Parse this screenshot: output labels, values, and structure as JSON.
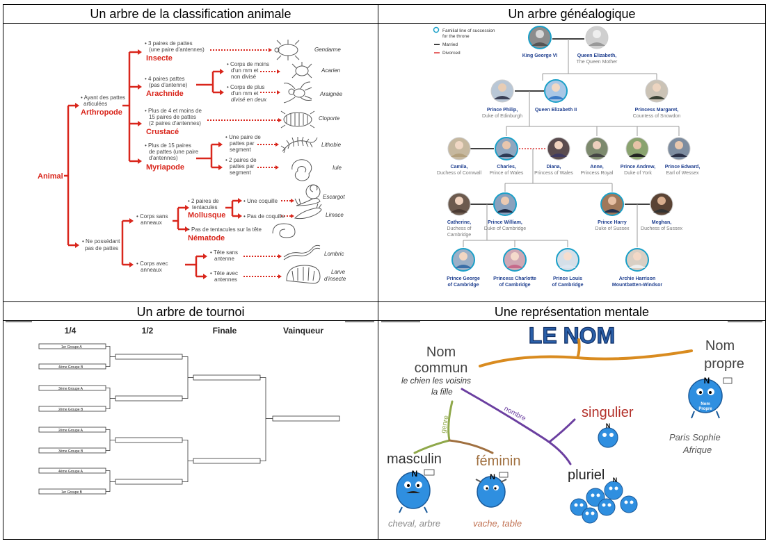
{
  "headers": {
    "classification": "Un arbre de la classification animale",
    "genealogy": "Un arbre généalogique",
    "tournament": "Un arbre de tournoi",
    "mindmap": "Une représentation mentale"
  },
  "classification": {
    "root": "Animal",
    "branch1": {
      "line1": "• Ayant des pattes",
      "line2": "articulées",
      "name": "Arthropode"
    },
    "branch2": {
      "line1": "• Ne possédant",
      "line2": "pas de pattes"
    },
    "insecte": {
      "line1": "• 3 paires de pattes",
      "line2": "(une paire d'antennes)",
      "name": "Insecte",
      "animal": "Gendarme"
    },
    "arachnide": {
      "line1": "• 4 paires pattes",
      "line2": "(pas d'antenne)",
      "name": "Arachnide"
    },
    "acarien": {
      "line1": "• Corps de moins",
      "line2": "d'un mm et",
      "line3": "non divisé",
      "animal": "Acarien"
    },
    "araignee": {
      "line1": "• Corps de plus",
      "line2": "d'un mm et",
      "line3": "divisé en deux",
      "animal": "Araignée"
    },
    "crustace": {
      "line1": "• Plus de 4 et moins de",
      "line2": "15 paires de pattes",
      "line3": "(2 paires d'antennes)",
      "name": "Crustacé",
      "animal": "Cloporte"
    },
    "myriapode": {
      "line1": "• Plus de 15 paires",
      "line2": "de pattes (une paire",
      "line3": "d'antennes)",
      "name": "Myriapode"
    },
    "lithobie": {
      "line1": "• Une paire de",
      "line2": "pattes par",
      "line3": "segment",
      "animal": "Lithobie"
    },
    "iule": {
      "line1": "• 2 paires de",
      "line2": "pattes par",
      "line3": "segment",
      "animal": "Iule"
    },
    "sans_anneaux": {
      "line1": "• Corps sans",
      "line2": "anneaux"
    },
    "mollusque": {
      "line1": "• 2 paires de",
      "line2": "tentacules",
      "name": "Mollusque"
    },
    "escargot": {
      "label": "• Une coquille",
      "animal": "Escargot"
    },
    "limace": {
      "label": "• Pas de coquille",
      "animal": "Limace"
    },
    "nematode": {
      "label": "• Pas de tentacules sur la tête",
      "name": "Nématode"
    },
    "avec_anneaux": {
      "line1": "• Corps avec",
      "line2": "anneaux"
    },
    "lombric": {
      "line1": "• Tête sans",
      "line2": "antenne",
      "animal": "Lombric"
    },
    "larve": {
      "line1": "• Tête avec",
      "line2": "antennes",
      "animal1": "Larve",
      "animal2": "d'insecte"
    }
  },
  "genealogy": {
    "legend": {
      "line1": "Familial line of succession",
      "line2": "for the throne",
      "married": "Married",
      "divorced": "Divorced"
    },
    "people": {
      "george6": {
        "name": "King George VI",
        "title": ""
      },
      "elizabeth_qm": {
        "name": "Queen Elizabeth,",
        "title": "The Queen Mother"
      },
      "philip": {
        "name": "Prince Philip,",
        "title": "Duke of Edinburgh"
      },
      "elizabeth2": {
        "name": "Queen Elizabeth II",
        "title": ""
      },
      "margaret": {
        "name": "Princess Margaret,",
        "title": "Countess of Snowdon"
      },
      "camila": {
        "name": "Camila,",
        "title": "Duchess of Cornwall"
      },
      "charles": {
        "name": "Charles,",
        "title": "Prince of Wales"
      },
      "diana": {
        "name": "Diana,",
        "title": "Princess of Wales"
      },
      "anne": {
        "name": "Anne,",
        "title": "Princess Royal"
      },
      "andrew": {
        "name": "Prince Andrew,",
        "title": "Duke of York"
      },
      "edward": {
        "name": "Prince Edward,",
        "title": "Earl of Wessex"
      },
      "catherine": {
        "name": "Catherine,",
        "title": "Duchess of",
        "title2": "Cambridge"
      },
      "william": {
        "name": "Prince William,",
        "title": "Duke of Cambridge"
      },
      "harry": {
        "name": "Prince Harry",
        "title": "Duke of Sussex"
      },
      "meghan": {
        "name": "Meghan,",
        "title": "Duchess of Sussex"
      },
      "george": {
        "name": "Prince George",
        "name2": "of Cambridge"
      },
      "charlotte": {
        "name": "Princess Charlotte",
        "name2": "of Cambridge"
      },
      "louis": {
        "name": "Prince Louis",
        "name2": "of Cambridge"
      },
      "archie": {
        "name": "Archie Harrison",
        "name2": "Mountbatten-Windsor"
      }
    }
  },
  "tournament": {
    "rounds": [
      "1/4",
      "1/2",
      "Finale",
      "Vainqueur"
    ],
    "teams": [
      "1er Groupe A",
      "4ème Groupe B",
      "3ème Groupe A",
      "2ème Groupe B",
      "2ème Groupe A",
      "3ème Groupe B",
      "4ème Groupe A",
      "1er Groupe B"
    ]
  },
  "mindmap": {
    "title": "LE NOM",
    "nom_commun": {
      "line1": "Nom",
      "line2": "commun"
    },
    "commun_examples": {
      "line1": "le chien  les voisins",
      "line2": "la fille"
    },
    "nom_propre": {
      "line1": "Nom",
      "line2": "propre"
    },
    "propre_examples": {
      "line1": "Paris  Sophie",
      "line2": "Afrique"
    },
    "genre": "genre",
    "nombre": "nombre",
    "masculin": "masculin",
    "feminin": "féminin",
    "singulier": "singulier",
    "pluriel": "pluriel",
    "masc_examples": "cheval, arbre",
    "fem_examples": "vache, table",
    "monster_label": "Nom",
    "monster_label2": "Propre",
    "badge_n": "N"
  },
  "colors": {
    "classification_red": "#d9261c",
    "genealogy_blue": "#1f3f8f",
    "mindmap_orange": "#d98b1f",
    "mindmap_purple": "#6b3fa0",
    "mindmap_green": "#8fa84a",
    "monster_blue": "#2f8fe0"
  }
}
